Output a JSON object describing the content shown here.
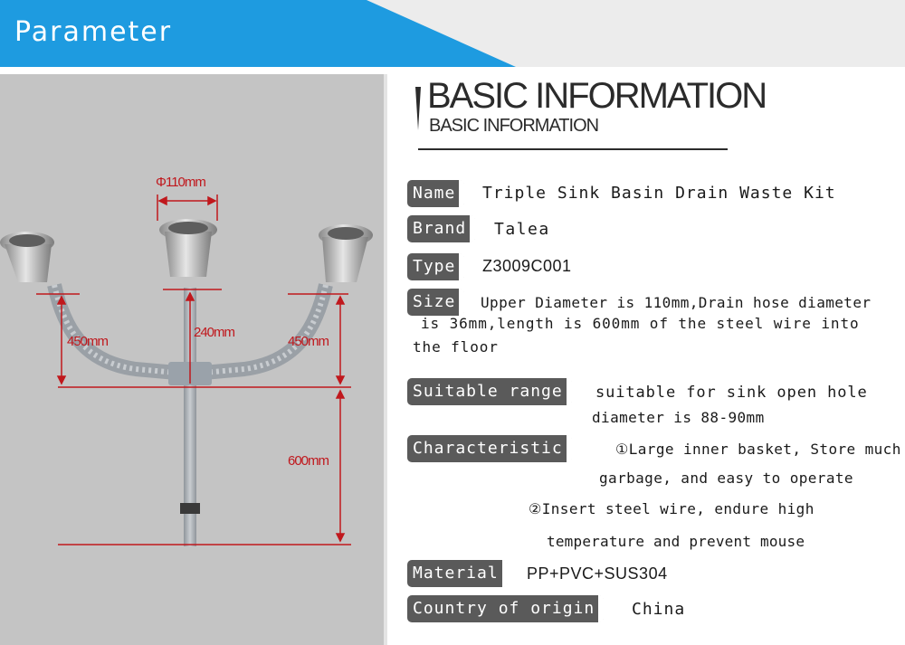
{
  "header": {
    "title": "Parameter"
  },
  "dimensions": {
    "diameter": "Φ110mm",
    "left_height": "450mm",
    "center_height": "240mm",
    "right_height": "450mm",
    "drain_length": "600mm"
  },
  "basic_info": {
    "title": "BASIC INFORMATION",
    "subtitle": "BASIC INFORMATION"
  },
  "specs": {
    "name": {
      "label": "Name",
      "value": "Triple Sink Basin Drain Waste Kit"
    },
    "brand": {
      "label": "Brand",
      "value": "Talea"
    },
    "type": {
      "label": "Type",
      "value": "Z3009C001"
    },
    "size": {
      "label": "Size",
      "line1": "Upper Diameter is 110mm,Drain hose diameter",
      "line2": "is 36mm,length is 600mm of the steel wire into",
      "line3": "the floor"
    },
    "suitable_range": {
      "label": "Suitable range",
      "line1": "suitable for sink open hole",
      "line2": "diameter is 88-90mm"
    },
    "characteristic": {
      "label": "Characteristic",
      "line1": "①Large inner basket, Store much",
      "line2": "garbage, and easy to operate",
      "line3": "②Insert steel wire, endure high",
      "line4": "temperature and prevent mouse"
    },
    "material": {
      "label": "Material",
      "value": "PP+PVC+SUS304"
    },
    "country": {
      "label": "Country of origin",
      "value": "China"
    }
  },
  "colors": {
    "header_blue": "#1e9be0",
    "label_bg": "#5a5a5a",
    "dimension_red": "#c0181d",
    "photo_bg": "#c4c4c4"
  }
}
